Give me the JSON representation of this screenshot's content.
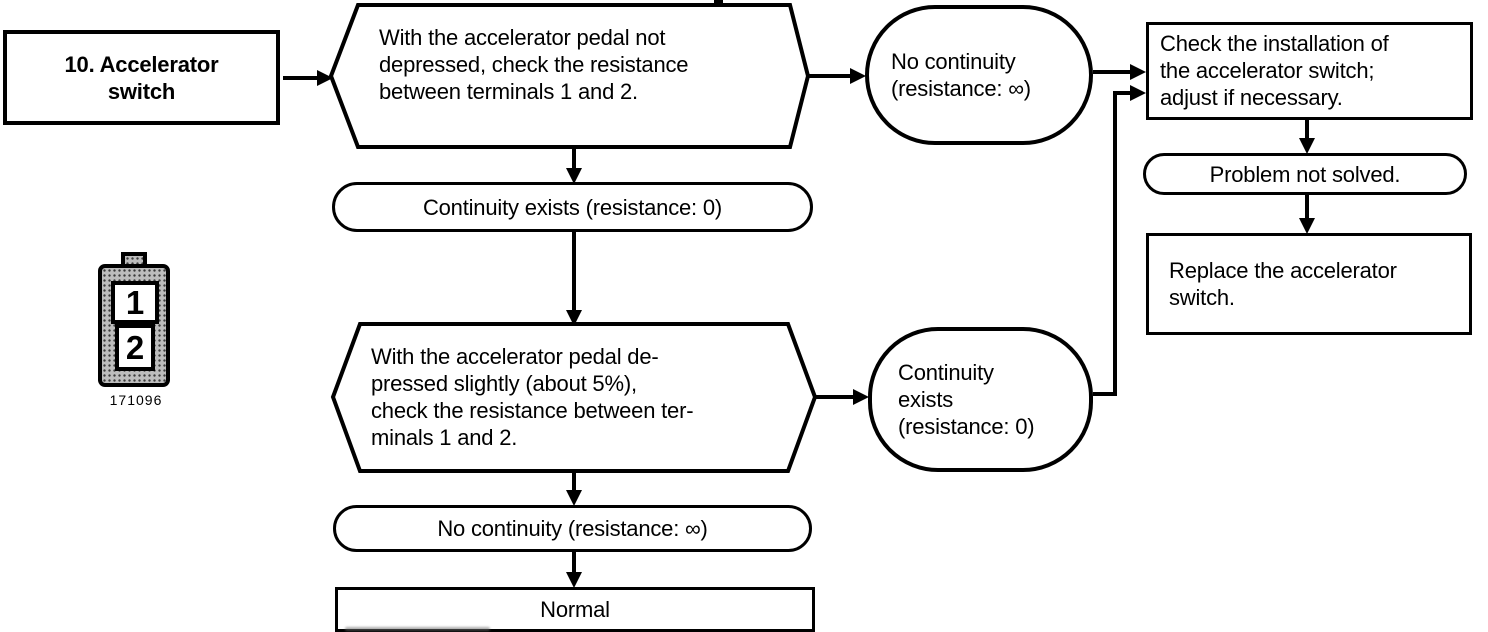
{
  "page": {
    "background": "#ffffff",
    "line_color": "#000000",
    "connector_fill": "#bdbdbd"
  },
  "flowchart": {
    "start": "10. Accelerator\nswitch",
    "test1": "With the accelerator pedal not\ndepressed, check the resistance\nbetween terminals 1 and 2.",
    "test1_fail": "No continuity\n(resistance: ∞)",
    "test1_pass": "Continuity exists (resistance: 0)",
    "test2": "With the accelerator pedal de-\npressed slightly (about 5%),\ncheck the resistance between ter-\nminals 1 and 2.",
    "test2_fail": "Continuity\nexists\n(resistance: 0)",
    "test2_pass": "No continuity (resistance: ∞)",
    "result_normal": "Normal",
    "action_check": "Check the installation of\nthe accelerator switch;\nadjust if necessary.",
    "problem_not_solved": "Problem not solved.",
    "action_replace": "Replace the accelerator\nswitch."
  },
  "connector_figure": {
    "terminal_1": "1",
    "terminal_2": "2",
    "figure_number": "171096"
  }
}
